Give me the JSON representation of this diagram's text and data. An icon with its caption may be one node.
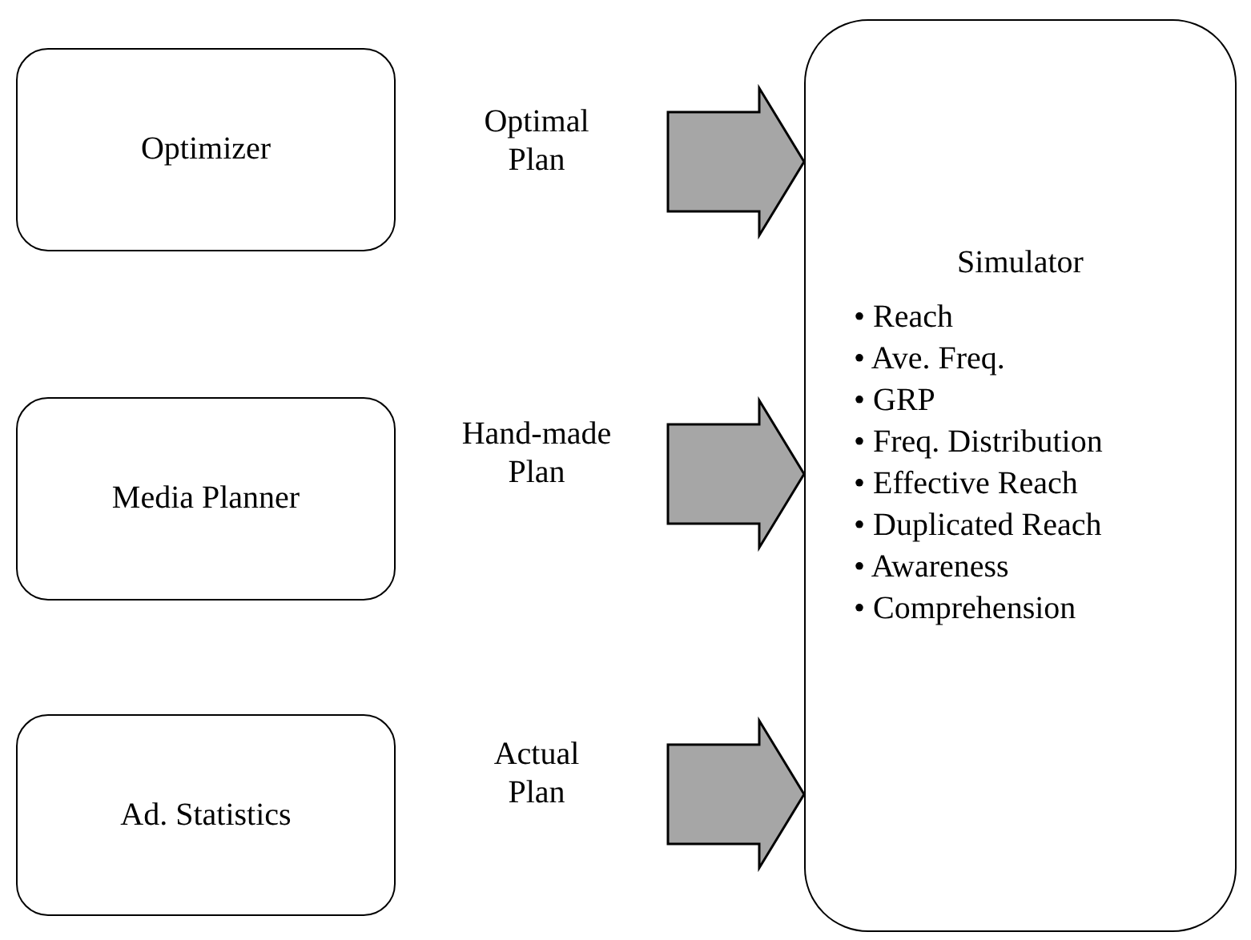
{
  "diagram": {
    "nodes": [
      {
        "text": [
          "Optimizer"
        ]
      },
      {
        "text": [
          "Media Planner"
        ]
      },
      {
        "text": [
          "Ad. Statistics"
        ]
      },
      {
        "text": [
          "Simulator",
          "• Reach",
          "• Ave. Freq.",
          "• GRP",
          "• Freq. Distribution",
          "• Effective Reach",
          "• Duplicated Reach",
          "• Awareness",
          "• Comprehension"
        ]
      },
      {
        "text": [
          "Optimal Plan"
        ]
      },
      {
        "text": [
          "Hand-made Plan"
        ]
      },
      {
        "text": [
          "Actual Plan"
        ]
      }
    ],
    "edges": [
      {
        "from": 4,
        "to": 3,
        "arrow": "to"
      },
      {
        "from": 5,
        "to": 3,
        "arrow": "to"
      },
      {
        "from": 6,
        "to": 3,
        "arrow": "to"
      }
    ]
  }
}
